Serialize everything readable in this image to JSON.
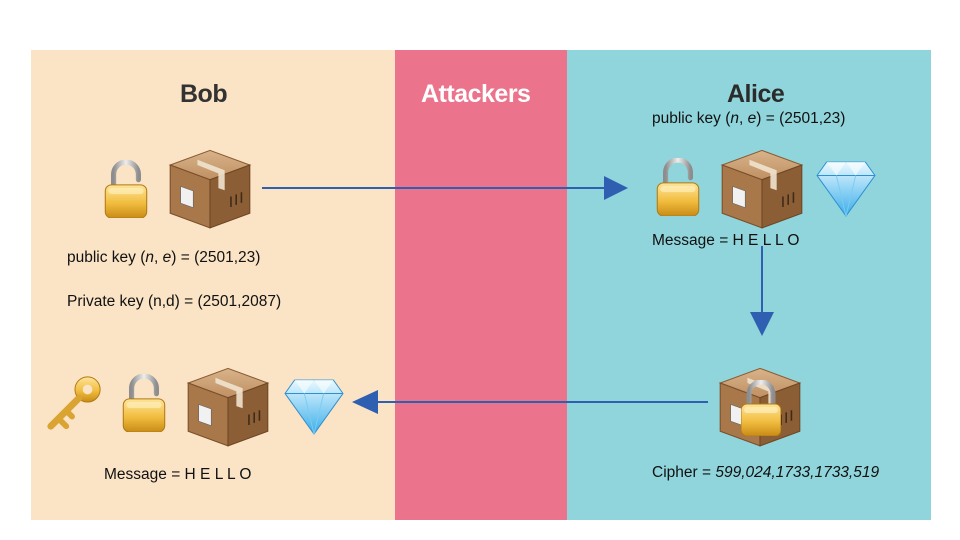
{
  "columns": {
    "bob": "Bob",
    "attackers": "Attackers",
    "alice": "Alice"
  },
  "alice": {
    "public_key_prefix": "public key  (",
    "public_key_n": "n",
    "public_key_sep": ", ",
    "public_key_e": "e",
    "public_key_suffix": ")  =  (2501,23)",
    "message": "Message = H E L L O",
    "cipher_label": "Cipher = ",
    "cipher_value": "599,024,1733,1733,519"
  },
  "bob": {
    "public_key_prefix": "public key  (",
    "public_key_n": "n",
    "public_key_sep": ", ",
    "public_key_e": "e",
    "public_key_suffix": ")  =  (2501,23)",
    "private_key": "Private key (n,d) = (2501,2087)",
    "message": "Message = H E L L O"
  },
  "colors": {
    "bob_bg": "#fbe3c6",
    "attackers_bg": "#ec738c",
    "alice_bg": "#8fd5db",
    "arrow": "#2e5fb0"
  },
  "icons": [
    "key-icon",
    "open-padlock-icon",
    "package-box-icon",
    "diamond-icon",
    "locked-package-icon"
  ]
}
